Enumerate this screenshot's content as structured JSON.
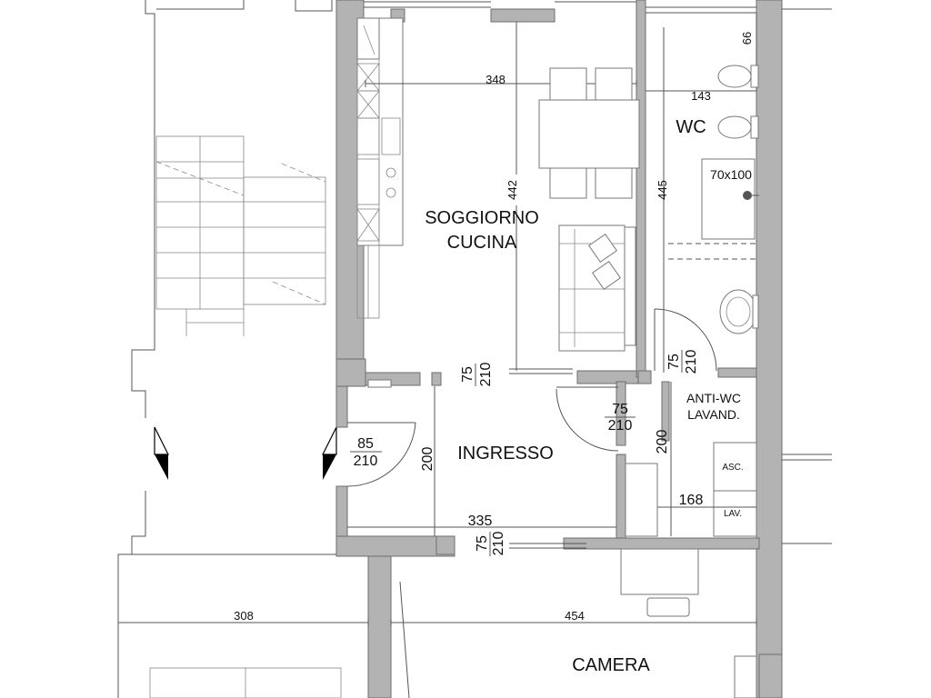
{
  "rooms": {
    "soggiorno_line1": "SOGGIORNO",
    "soggiorno_line2": "CUCINA",
    "wc": "WC",
    "ingresso": "INGRESSO",
    "camera": "CAMERA",
    "antiwc_line1": "ANTI-WC",
    "antiwc_line2": "LAVAND.",
    "asc": "ASC.",
    "lav": "LAV."
  },
  "dimensions": {
    "width_soggiorno": "348",
    "height_soggiorno": "442",
    "wc_top": "66",
    "wc_width": "143",
    "wc_height": "445",
    "shower": "70x100",
    "door_soggiorno_w": "75",
    "door_soggiorno_h": "210",
    "door_wc_w": "75",
    "door_wc_h": "210",
    "door_ingresso_w": "75",
    "door_ingresso_h": "210",
    "door_entrance_w": "85",
    "door_entrance_h": "210",
    "ingresso_height": "200",
    "antiwc_height": "200",
    "antiwc_width": "168",
    "ingresso_width": "335",
    "door_camera_w": "75",
    "door_camera_h": "210",
    "left_width": "308",
    "camera_width": "454"
  }
}
